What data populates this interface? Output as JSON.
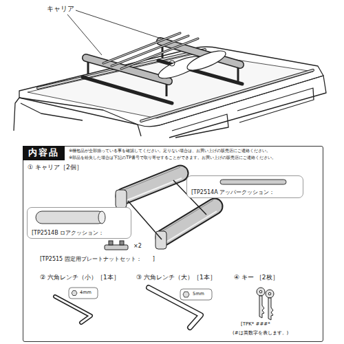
{
  "diagram": {
    "nodes": [
      {
        "text": [
          "内容品",
          "※梱包品が全部揃っている事を確認してください。足りない場合は、お買い上げの販売店にご連絡ください。",
          "※部品を紛失した場合は下記のTP番号で取り寄せすることができます。お買い上げの販売店にご連絡ください。"
        ]
      },
      {
        "text": [
          "[TP2514A アッパークッション："
        ],
        "in": 0
      },
      {
        "text": [
          "[TP2514B ロアクッション："
        ],
        "in": 0
      }
    ],
    "labels": [
      "キャリア",
      "① キャリア［2個］",
      "×2",
      "[TP2515 固定用プレートナットセット：　　]",
      "② 六角レンチ（小）［1本］",
      "③ 六角レンチ（大）［1本］",
      "④ キー ［2枚］",
      "4mm",
      "5mm",
      "[TPK* ###*",
      "(#は英数字を表します。)"
    ]
  }
}
